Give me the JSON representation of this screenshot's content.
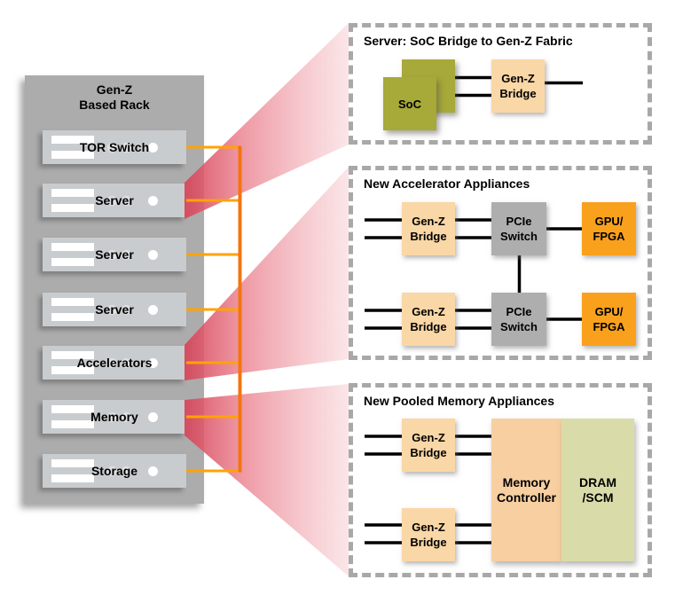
{
  "rack": {
    "title_line1": "Gen-Z",
    "title_line2": "Based Rack",
    "slots": [
      {
        "label": "TOR Switch"
      },
      {
        "label": "Server"
      },
      {
        "label": "Server"
      },
      {
        "label": "Server"
      },
      {
        "label": "Accelerators"
      },
      {
        "label": "Memory"
      },
      {
        "label": "Storage"
      }
    ]
  },
  "panels": [
    {
      "title": "Server: SoC Bridge to Gen-Z Fabric",
      "soc_label": "SoC",
      "bridge_label_1": "Gen-Z",
      "bridge_label_2": "Bridge"
    },
    {
      "title": "New Accelerator Appliances",
      "bridge_label_1": "Gen-Z",
      "bridge_label_2": "Bridge",
      "switch_label_1": "PCIe",
      "switch_label_2": "Switch",
      "accel_label_1": "GPU/",
      "accel_label_2": "FPGA"
    },
    {
      "title": "New Pooled Memory Appliances",
      "bridge_label_1": "Gen-Z",
      "bridge_label_2": "Bridge",
      "controller_label_1": "Memory",
      "controller_label_2": "Controller",
      "dram_label_1": "DRAM",
      "dram_label_2": "/SCM"
    }
  ],
  "colors": {
    "rack_body": "#acacac",
    "rack_slot": "#c9ccce",
    "beam_dark": "#d6455a",
    "beam_light": "#f8d6da",
    "interconnect_horizontal": "#ffa300",
    "interconnect_bus": "#f4740f",
    "dashed_border": "#a8a8a8",
    "soc_olive": "#a7a938",
    "bridge_peach": "#fad7a6",
    "pcie_gray": "#aeaeae",
    "gpu_orange": "#f9a11d",
    "memory_controller_peach": "#f8cfa0",
    "dram_green": "#d9dca9",
    "wire_black": "#000000"
  }
}
